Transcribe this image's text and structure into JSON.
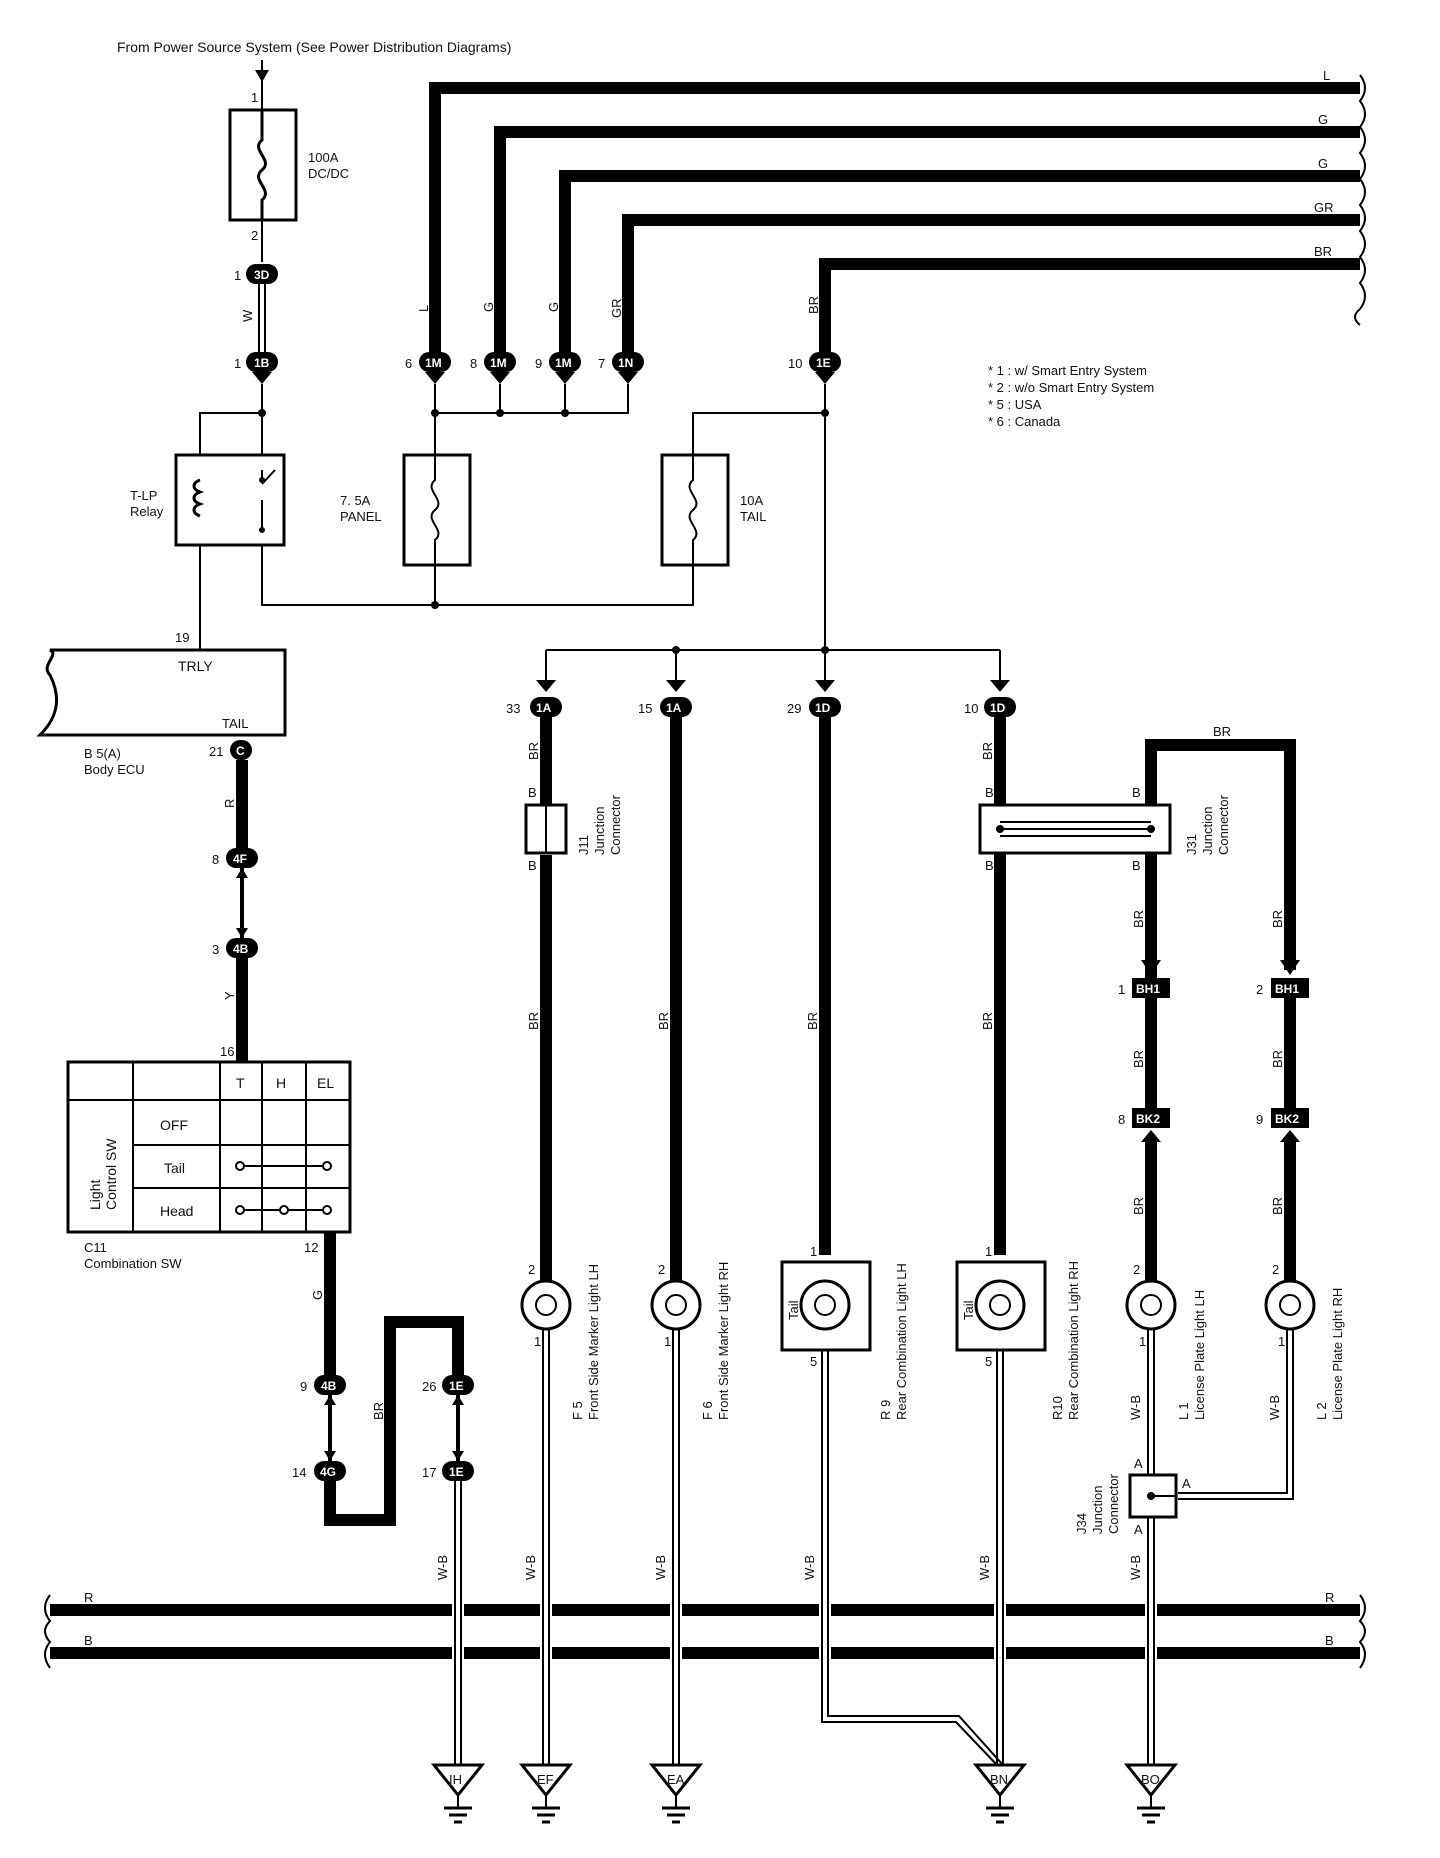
{
  "header": {
    "title": "From Power Source System (See Power Distribution Diagrams)"
  },
  "notes": [
    "* 1 : w/ Smart Entry System",
    "* 2 : w/o Smart Entry System",
    "* 5 : USA",
    "* 6 : Canada"
  ],
  "top_wires": [
    "L",
    "G",
    "G",
    "GR",
    "BR"
  ],
  "fuse_main": {
    "label": "100A",
    "sub": "DC/DC",
    "pin_top": "1",
    "pin_bottom": "2"
  },
  "connectors": {
    "c3d": {
      "id": "3D",
      "pin": "1"
    },
    "c1b": {
      "id": "1B",
      "pin": "1"
    },
    "c1m_6": {
      "id": "1M",
      "pin": "6"
    },
    "c1m_8": {
      "id": "1M",
      "pin": "8"
    },
    "c1m_9": {
      "id": "1M",
      "pin": "9"
    },
    "c1n": {
      "id": "1N",
      "pin": "7"
    },
    "c1e_top": {
      "id": "1E",
      "pin": "10"
    },
    "c1a_33": {
      "id": "1A",
      "pin": "33"
    },
    "c1a_15": {
      "id": "1A",
      "pin": "15"
    },
    "c1d_29": {
      "id": "1D",
      "pin": "29"
    },
    "c1d_10": {
      "id": "1D",
      "pin": "10"
    },
    "c4f": {
      "id": "4F",
      "pin": "8"
    },
    "c4b_3": {
      "id": "4B",
      "pin": "3"
    },
    "c4b_9": {
      "id": "4B",
      "pin": "9"
    },
    "c4g": {
      "id": "4G",
      "pin": "14"
    },
    "c1e_26": {
      "id": "1E",
      "pin": "26"
    },
    "c1e_17": {
      "id": "1E",
      "pin": "17"
    },
    "bh1_1": {
      "id": "BH1",
      "pin": "1"
    },
    "bh1_2": {
      "id": "BH1",
      "pin": "2"
    },
    "bk2_8": {
      "id": "BK2",
      "pin": "8"
    },
    "bk2_9": {
      "id": "BK2",
      "pin": "9"
    },
    "c_body": {
      "id": "C",
      "pin": "21"
    }
  },
  "wire_colors": {
    "w": "W",
    "l": "L",
    "g": "G",
    "gr": "GR",
    "br": "BR",
    "r": "R",
    "y": "Y",
    "wb": "W-B",
    "b": "B"
  },
  "relay": {
    "label1": "T-LP",
    "label2": "Relay"
  },
  "fuse_panel": {
    "label1": "7. 5A",
    "label2": "PANEL"
  },
  "fuse_tail": {
    "label1": "10A",
    "label2": "TAIL"
  },
  "ecu": {
    "pin_top": "19",
    "trly": "TRLY",
    "tail": "TAIL",
    "name1": "B 5(A)",
    "name2": "Body ECU"
  },
  "switch": {
    "pin_top": "16",
    "pin_bottom": "12",
    "headers": [
      "T",
      "H",
      "EL"
    ],
    "rows": [
      "OFF",
      "Tail",
      "Head"
    ],
    "side_label1": "Light",
    "side_label2": "Control SW",
    "name1": "C11",
    "name2": "Combination SW"
  },
  "junctions": {
    "j11": {
      "name": "J11",
      "sub1": "Junction",
      "sub2": "Connector",
      "pin": "B"
    },
    "j31": {
      "name": "J31",
      "sub1": "Junction",
      "sub2": "Connector",
      "pin": "B"
    },
    "j34": {
      "name": "J34",
      "sub1": "Junction",
      "sub2": "Connector",
      "pin": "A"
    }
  },
  "lamps": [
    {
      "id": "F 5",
      "name": "Front Side Marker Light LH",
      "p1": "2",
      "p2": "1"
    },
    {
      "id": "F 6",
      "name": "Front Side Marker Light RH",
      "p1": "2",
      "p2": "1"
    },
    {
      "id": "R 9",
      "name": "Rear Combination Light LH",
      "p1": "1",
      "p2": "5",
      "tag": "Tail"
    },
    {
      "id": "R10",
      "name": "Rear Combination Light RH",
      "p1": "1",
      "p2": "5",
      "tag": "Tail"
    },
    {
      "id": "L 1",
      "name": "License Plate Light LH",
      "p1": "2",
      "p2": "1"
    },
    {
      "id": "L 2",
      "name": "License Plate Light RH",
      "p1": "2",
      "p2": "1"
    }
  ],
  "grounds": [
    "IH",
    "EF",
    "EA",
    "BN",
    "BO"
  ]
}
